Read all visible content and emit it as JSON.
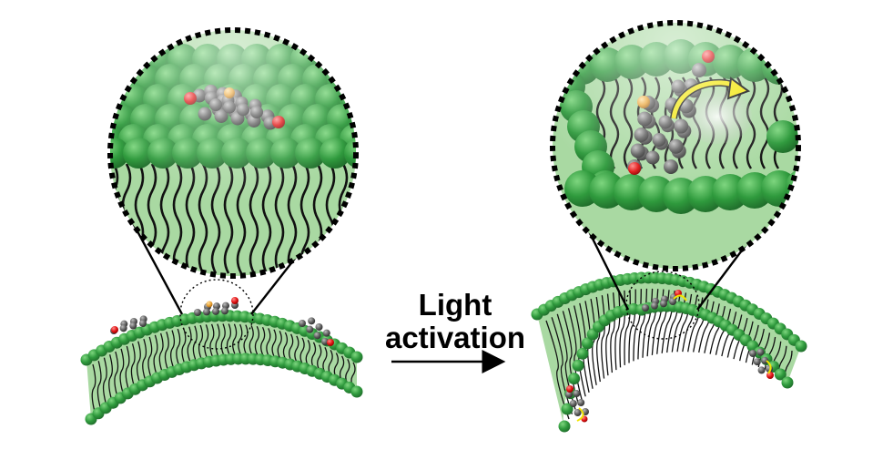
{
  "caption": {
    "line1": "Light",
    "line2": "activation"
  },
  "colors": {
    "bead_dark": "#1f6b2a",
    "bead_mid": "#2f9a3d",
    "bead_light": "#7ed67f",
    "bilayer_fill": "#a9d9a2",
    "tail_stroke": "#111111",
    "molecule_carbon": "#5a5a5a",
    "molecule_oxygen": "#e01010",
    "molecule_sulfur": "#e8a030",
    "rotation_arrow": "#f2e600",
    "outline": "#000000"
  },
  "icons": {
    "arrow": "right-arrow-icon",
    "magnifier_left": "zoom-inset-before",
    "magnifier_right": "zoom-inset-after"
  }
}
